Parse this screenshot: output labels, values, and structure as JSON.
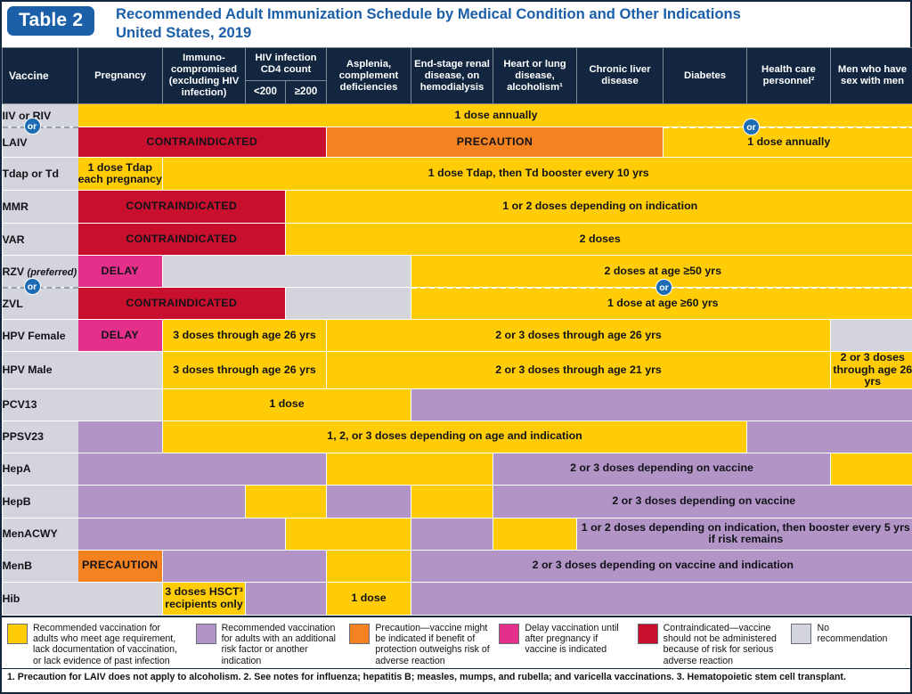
{
  "header": {
    "badge": "Table 2",
    "title_line1": "Recommended Adult Immunization Schedule by Medical Condition and Other Indications",
    "title_line2": "United States, 2019"
  },
  "columns": {
    "vaccine": "Vaccine",
    "pregnancy": "Pregnancy",
    "immunocompromised": "Immuno-compromised (excluding HIV infection)",
    "hiv_group": "HIV infection CD4 count",
    "hiv_lt200": "<200",
    "hiv_ge200": "≥200",
    "asplenia": "Asplenia, complement deficiencies",
    "esrd": "End-stage renal disease, on hemodialysis",
    "heartlung": "Heart or lung disease, alcoholism¹",
    "liver": "Chronic liver disease",
    "diabetes": "Diabetes",
    "hcp": "Health care personnel²",
    "msm": "Men who have sex with men"
  },
  "rows": [
    {
      "name": "IIV or RIV",
      "cells": [
        {
          "text": "1 dose annually",
          "color": "yellow"
        }
      ]
    },
    {
      "name": "LAIV",
      "cells": [
        {
          "text": "CONTRAINDICATED",
          "color": "red"
        },
        {
          "text": "PRECAUTION",
          "color": "orange"
        },
        {
          "text": "1 dose annually",
          "color": "yellow"
        }
      ]
    },
    {
      "name": "Tdap or Td",
      "cells": [
        {
          "text": "1 dose Tdap each pregnancy",
          "color": "yellow"
        },
        {
          "text": "1 dose Tdap, then Td booster every 10 yrs",
          "color": "yellow"
        }
      ]
    },
    {
      "name": "MMR",
      "cells": [
        {
          "text": "CONTRAINDICATED",
          "color": "red"
        },
        {
          "text": "1 or 2 doses depending on indication",
          "color": "yellow"
        }
      ]
    },
    {
      "name": "VAR",
      "cells": [
        {
          "text": "CONTRAINDICATED",
          "color": "red"
        },
        {
          "text": "2 doses",
          "color": "yellow"
        }
      ]
    },
    {
      "name": "RZV",
      "name_note": "(preferred)",
      "cells": [
        {
          "text": "DELAY",
          "color": "pink"
        },
        {
          "text": "",
          "color": "gray"
        },
        {
          "text": "2 doses at age ≥50 yrs",
          "color": "yellow"
        }
      ]
    },
    {
      "name": "ZVL",
      "cells": [
        {
          "text": "CONTRAINDICATED",
          "color": "red"
        },
        {
          "text": "",
          "color": "gray"
        },
        {
          "text": "1 dose at age ≥60 yrs",
          "color": "yellow"
        }
      ]
    },
    {
      "name": "HPV Female",
      "cells": [
        {
          "text": "DELAY",
          "color": "pink"
        },
        {
          "text": "3 doses through age 26 yrs",
          "color": "yellow"
        },
        {
          "text": "2 or 3 doses through age 26 yrs",
          "color": "yellow"
        },
        {
          "text": "",
          "color": "gray"
        }
      ]
    },
    {
      "name": "HPV Male",
      "cells": [
        {
          "text": "",
          "color": "gray"
        },
        {
          "text": "3 doses through age 26 yrs",
          "color": "yellow"
        },
        {
          "text": "2 or 3 doses through age 21 yrs",
          "color": "yellow"
        },
        {
          "text": "2 or 3 doses through age 26 yrs",
          "color": "yellow"
        }
      ]
    },
    {
      "name": "PCV13",
      "cells": [
        {
          "text": "",
          "color": "gray"
        },
        {
          "text": "1 dose",
          "color": "yellow"
        },
        {
          "text": "",
          "color": "purple"
        }
      ]
    },
    {
      "name": "PPSV23",
      "cells": [
        {
          "text": "",
          "color": "purple"
        },
        {
          "text": "1, 2, or 3 doses depending on age and indication",
          "color": "yellow"
        },
        {
          "text": "",
          "color": "purple"
        }
      ]
    },
    {
      "name": "HepA",
      "cells": [
        {
          "text": "2 or 3 doses depending on vaccine",
          "color": "purple"
        },
        {
          "text": "",
          "color": "yellow"
        }
      ]
    },
    {
      "name": "HepB",
      "cells": [
        {
          "text": "2 or 3 doses depending on vaccine",
          "color": "purple"
        },
        {
          "text": "",
          "color": "yellow"
        }
      ]
    },
    {
      "name": "MenACWY",
      "cells": [
        {
          "text": "1 or 2 doses depending on indication, then booster every 5 yrs if risk remains",
          "color": "purple"
        }
      ]
    },
    {
      "name": "MenB",
      "cells": [
        {
          "text": "PRECAUTION",
          "color": "orange"
        },
        {
          "text": "2 or 3 doses depending on vaccine and indication",
          "color": "purple"
        }
      ]
    },
    {
      "name": "Hib",
      "cells": [
        {
          "text": "",
          "color": "gray"
        },
        {
          "text": "3 doses HSCT³ recipients only",
          "color": "yellow"
        },
        {
          "text": "1 dose",
          "color": "yellow"
        }
      ]
    }
  ],
  "cell_text": {
    "dose_annually": "1 dose annually",
    "contraindicated": "CONTRAINDICATED",
    "precaution": "PRECAUTION",
    "tdap_pregnancy": "1 dose Tdap each pregnancy",
    "tdap_booster": "1 dose Tdap, then Td booster every 10 yrs",
    "mmr_doses": "1 or 2 doses depending on indication",
    "var_doses": "2 doses",
    "delay": "DELAY",
    "rzv_doses": "2 doses at age ≥50 yrs",
    "zvl_doses": "1 dose at age ≥60 yrs",
    "hpv_3doses_26": "3 doses through age 26 yrs",
    "hpv_2or3_26": "2 or 3 doses through age 26 yrs",
    "hpv_2or3_21": "2 or 3 doses through age 21 yrs",
    "hpv_male_msm_line1": "2 or 3 doses",
    "hpv_male_msm_line2": "through age 26 yrs",
    "one_dose": "1 dose",
    "ppsv23_doses": "1, 2, or 3 doses depending on age and indication",
    "hep_doses": "2 or 3 doses depending on vaccine",
    "menacwy_doses": "1 or 2 doses depending on indication, then booster every 5 yrs if risk remains",
    "menb_doses": "2 or 3 doses depending on vaccine and indication",
    "hib_hsct_line1": "3 doses HSCT³",
    "hib_hsct_line2": "recipients only",
    "or_badge": "or"
  },
  "legend": [
    {
      "color": "#ffcc06",
      "text": "Recommended vaccination for adults who meet age requirement, lack documentation of vaccination, or lack evidence of past infection"
    },
    {
      "color": "#b294c7",
      "text": "Recommended vaccination for adults with an additional risk factor or another indication"
    },
    {
      "color": "#f58220",
      "text": "Precaution—vaccine might be indicated if benefit of protection outweighs risk of adverse reaction"
    },
    {
      "color": "#e5308b",
      "text": "Delay vaccination until after pregnancy if vaccine is indicated"
    },
    {
      "color": "#c8102e",
      "text": "Contraindicated—vaccine should not be administered because of risk for serious adverse reaction"
    },
    {
      "color": "#d4d5dc",
      "text": "No recommendation"
    }
  ],
  "footnote": "1. Precaution for LAIV does not apply to alcoholism. 2. See notes for influenza; hepatitis B; measles, mumps, and rubella; and varicella vaccinations. 3. Hematopoietic stem cell transplant.",
  "colors": {
    "brand_blue": "#1b5fa8",
    "header_navy": "#12263f",
    "yellow": "#ffcc06",
    "purple": "#b294c7",
    "orange": "#f58220",
    "pink": "#e5308b",
    "red": "#c8102e",
    "gray": "#d4d5dc"
  }
}
